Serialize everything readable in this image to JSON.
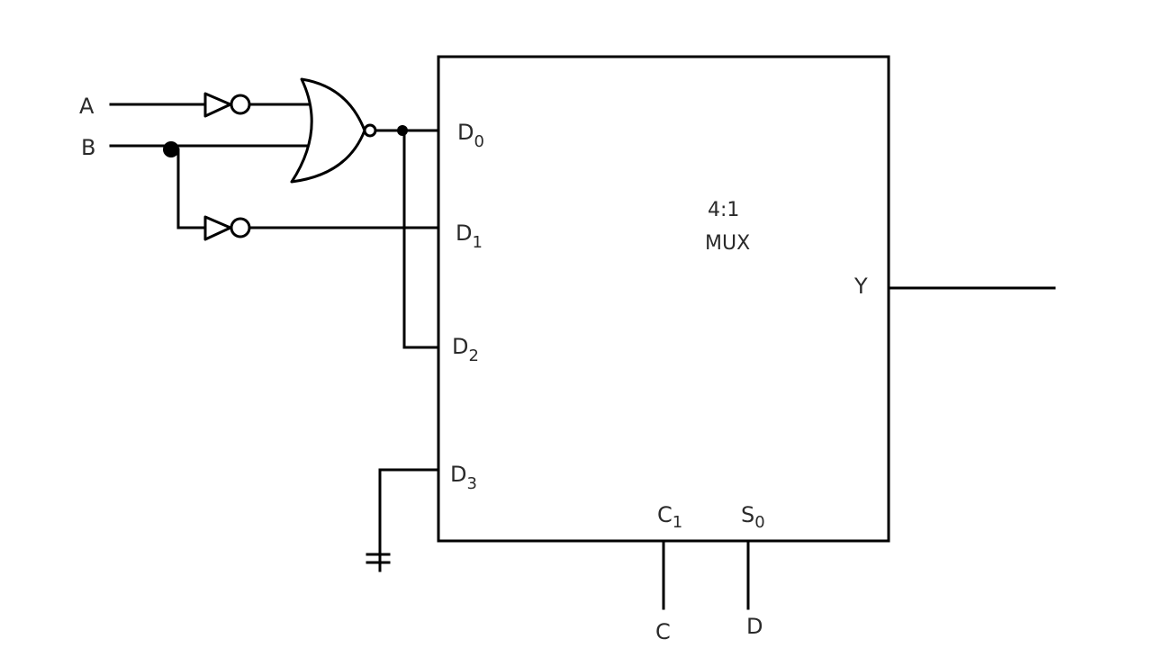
{
  "inputs": {
    "a": "A",
    "b": "B",
    "c": "C",
    "d": "D"
  },
  "mux": {
    "title_line1": "4:1",
    "title_line2": "MUX",
    "output": "Y",
    "data_inputs": [
      {
        "letter": "D",
        "index": "0"
      },
      {
        "letter": "D",
        "index": "1"
      },
      {
        "letter": "D",
        "index": "2"
      },
      {
        "letter": "D",
        "index": "3"
      }
    ],
    "selects": [
      {
        "letter": "C",
        "index": "1"
      },
      {
        "letter": "S",
        "index": "0"
      }
    ]
  }
}
